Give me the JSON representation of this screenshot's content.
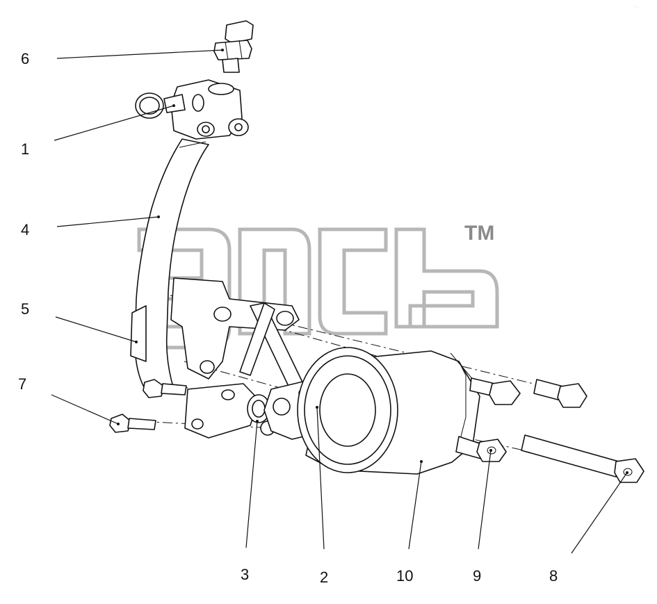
{
  "diagram": {
    "callouts": [
      {
        "id": "6",
        "label": "6"
      },
      {
        "id": "1",
        "label": "1"
      },
      {
        "id": "4",
        "label": "4"
      },
      {
        "id": "5",
        "label": "5"
      },
      {
        "id": "7",
        "label": "7"
      },
      {
        "id": "3",
        "label": "3"
      },
      {
        "id": "2",
        "label": "2"
      },
      {
        "id": "10",
        "label": "10"
      },
      {
        "id": "9",
        "label": "9"
      },
      {
        "id": "8",
        "label": "8"
      }
    ]
  },
  "watermark": {
    "mark": "TM"
  }
}
